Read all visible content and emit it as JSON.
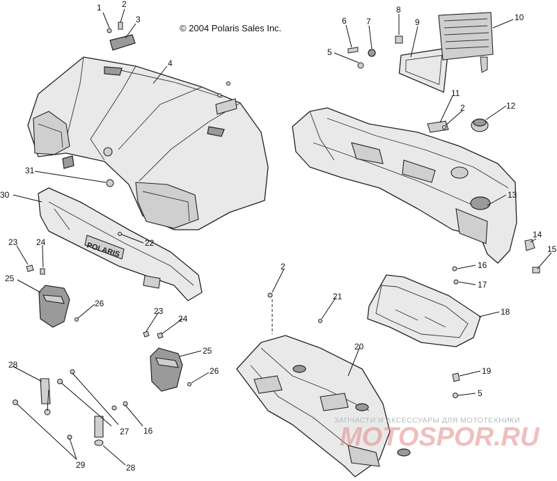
{
  "copyright": "© 2004 Polaris Sales Inc.",
  "brand_text": "POLARIS",
  "watermark": {
    "line1": "ЗАПЧАСТИ И АКСЕССУАРЫ ДЛЯ МОТОТЕХНИКИ",
    "line2": "MOTOSPOR.RU"
  },
  "callouts": [
    "1",
    "2",
    "3",
    "4",
    "5",
    "6",
    "7",
    "8",
    "9",
    "10",
    "11",
    "2",
    "12",
    "31",
    "30",
    "13",
    "23",
    "24",
    "22",
    "14",
    "15",
    "2",
    "16",
    "17",
    "25",
    "26",
    "21",
    "18",
    "23",
    "24",
    "20",
    "25",
    "28",
    "26",
    "19",
    "5",
    "27",
    "16",
    "29",
    "28"
  ]
}
